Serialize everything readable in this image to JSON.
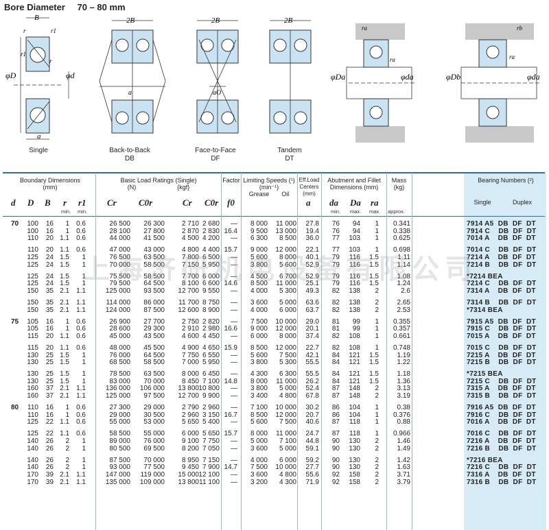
{
  "title": {
    "label": "Bore Diameter",
    "range": "70 – 80 mm"
  },
  "diagram_captions": [
    {
      "key": "single",
      "line1": "Single",
      "line2": ""
    },
    {
      "key": "db",
      "line1": "Back-to-Back",
      "line2": "DB"
    },
    {
      "key": "df",
      "line1": "Face-to-Face",
      "line2": "DF"
    },
    {
      "key": "dt",
      "line1": "Tandem",
      "line2": "DT"
    }
  ],
  "diagram_labels": {
    "B": "B",
    "twoB": "2B",
    "r": "r",
    "r1": "r1",
    "phiD": "φD",
    "phid": "φd",
    "a": "a",
    "aO": "aO",
    "ra": "ra",
    "rb": "rb",
    "phiDa": "φDa",
    "phida": "φda",
    "phiDb": "φDb"
  },
  "headers": {
    "boundary": "Boundary Dimensions",
    "boundary_unit": "(mm)",
    "load": "Basic Load Ratings (Single)",
    "load_unit_n": "(N)",
    "load_unit_kgf": "{kgf}",
    "factor": "Factor",
    "speed": "Limiting Speeds (¹)",
    "speed_unit": "(min⁻¹)",
    "grease": "Grease",
    "oil": "Oil",
    "eff": "Eff.Load Centers",
    "eff_unit": "(mm)",
    "abut": "Abutment and Fillet Dimensions (mm)",
    "mass": "Mass",
    "mass_unit": "(kg)",
    "bearing": "Bearing Numbers (²)",
    "single": "Single",
    "duplex": "Duplex",
    "min": "min.",
    "max": "max.",
    "approx": "approx."
  },
  "symbols": {
    "d": "d",
    "D": "D",
    "B": "B",
    "r": "r",
    "r1": "r1",
    "Cr": "Cr",
    "C0r": "C0r",
    "f0": "f0",
    "a": "a",
    "da": "da",
    "Da": "Da",
    "ra": "ra"
  },
  "watermark": "上海济研机电设备有限公司",
  "groups": [
    {
      "bore": "70",
      "rows": [
        [
          "100",
          "16",
          "1",
          "0.6",
          "26 500",
          "26 300",
          "2 710",
          "2 680",
          "—",
          "8 000",
          "11 000",
          "27.8",
          "76",
          "94",
          "1",
          "0.341"
        ],
        [
          "100",
          "16",
          "1",
          "0.6",
          "28 100",
          "27 800",
          "2 870",
          "2 830",
          "16.4",
          "9 500",
          "13 000",
          "19.4",
          "76",
          "94",
          "1",
          "0.338"
        ],
        [
          "110",
          "20",
          "1.1",
          "0.6",
          "44 000",
          "41 500",
          "4 500",
          "4 200",
          "—",
          "6 300",
          "8 500",
          "36.0",
          "77",
          "103",
          "1",
          "0.625"
        ]
      ],
      "names": [
        "7914 A5  DB  DF  DT",
        "7914 C    DB  DF  DT",
        "7014 A    DB  DF  DT"
      ]
    },
    {
      "bore": "",
      "rows": [
        [
          "110",
          "20",
          "1.1",
          "0.6",
          "47 000",
          "43 000",
          "4 800",
          "4 400",
          "15.7",
          "9 000",
          "12 000",
          "22.1",
          "77",
          "103",
          "1",
          "0.698"
        ],
        [
          "125",
          "24",
          "1.5",
          "1",
          "76 500",
          "63 500",
          "7 800",
          "6 500",
          "—",
          "5 600",
          "8 000",
          "40.1",
          "79",
          "116",
          "1.5",
          "1.11"
        ],
        [
          "125",
          "24",
          "1.5",
          "1",
          "70 000",
          "58 500",
          "7 150",
          "5 950",
          "—",
          "3 800",
          "5 600",
          "52.9",
          "79",
          "116",
          "1.5",
          "1.14"
        ]
      ],
      "names": [
        "7014 C    DB  DF  DT",
        "7214 A    DB  DF  DT",
        "7214 B    DB  DF  DT"
      ]
    },
    {
      "bore": "",
      "rows": [
        [
          "125",
          "24",
          "1.5",
          "1",
          "75 500",
          "58 500",
          "7 700",
          "6 000",
          "—",
          "4 500",
          "6 700",
          "52.9",
          "79",
          "116",
          "1.5",
          "1.08"
        ],
        [
          "125",
          "24",
          "1.5",
          "1",
          "79 500",
          "64 500",
          "8 100",
          "6 600",
          "14.6",
          "8 500",
          "11 000",
          "25.1",
          "79",
          "116",
          "1.5",
          "1.24"
        ],
        [
          "150",
          "35",
          "2.1",
          "1.1",
          "125 000",
          "93 500",
          "12 700",
          "9 550",
          "—",
          "4 000",
          "5 300",
          "49.3",
          "82",
          "138",
          "2",
          "2.6"
        ]
      ],
      "names": [
        "*7214 BEA",
        "7214 C    DB  DF  DT",
        "7314 A    DB  DF  DT"
      ]
    },
    {
      "bore": "",
      "rows": [
        [
          "150",
          "35",
          "2.1",
          "1.1",
          "114 000",
          "86 000",
          "11 700",
          "8 750",
          "—",
          "3 600",
          "5 000",
          "63.6",
          "82",
          "138",
          "2",
          "2.65"
        ],
        [
          "150",
          "35",
          "2.1",
          "1.1",
          "124 000",
          "87 500",
          "12 600",
          "8 900",
          "—",
          "4 000",
          "6 000",
          "63.7",
          "82",
          "138",
          "2",
          "2.53"
        ]
      ],
      "names": [
        "7314 B    DB  DF  DT",
        "*7314 BEA"
      ]
    },
    {
      "bore": "75",
      "rows": [
        [
          "105",
          "16",
          "1",
          "0.6",
          "26 900",
          "27 700",
          "2 750",
          "2 820",
          "—",
          "7 500",
          "10 000",
          "29.0",
          "81",
          "99",
          "1",
          "0.355"
        ],
        [
          "105",
          "16",
          "1",
          "0.6",
          "28 600",
          "29 300",
          "2 910",
          "2 980",
          "16.6",
          "9 000",
          "12 000",
          "20.1",
          "81",
          "99",
          "1",
          "0.357"
        ],
        [
          "115",
          "20",
          "1.1",
          "0.6",
          "45 000",
          "43 500",
          "4 600",
          "4 450",
          "—",
          "6 000",
          "8 000",
          "37.4",
          "82",
          "108",
          "1",
          "0.661"
        ]
      ],
      "names": [
        "7915 A5  DB  DF  DT",
        "7915 C    DB  DF  DT",
        "7015 A    DB  DF  DT"
      ]
    },
    {
      "bore": "",
      "rows": [
        [
          "115",
          "20",
          "1.1",
          "0.6",
          "48 000",
          "45 500",
          "4 900",
          "4 650",
          "15.9",
          "8 500",
          "12 000",
          "22.7",
          "82",
          "108",
          "1",
          "0.748"
        ],
        [
          "130",
          "25",
          "1.5",
          "1",
          "76 000",
          "64 500",
          "7 750",
          "6 550",
          "—",
          "5 600",
          "7 500",
          "42.1",
          "84",
          "121",
          "1.5",
          "1.19"
        ],
        [
          "130",
          "25",
          "1.5",
          "1",
          "68 500",
          "58 500",
          "7 000",
          "5 950",
          "—",
          "3 800",
          "5 300",
          "55.5",
          "84",
          "121",
          "1.5",
          "1.22"
        ]
      ],
      "names": [
        "7015 C    DB  DF  DT",
        "7215 A    DB  DF  DT",
        "7215 B    DB  DF  DT"
      ]
    },
    {
      "bore": "",
      "rows": [
        [
          "130",
          "25",
          "1.5",
          "1",
          "78 500",
          "63 500",
          "8 000",
          "6 450",
          "—",
          "4 300",
          "6 300",
          "55.5",
          "84",
          "121",
          "1.5",
          "1.18"
        ],
        [
          "130",
          "25",
          "1.5",
          "1",
          "83 000",
          "70 000",
          "8 450",
          "7 100",
          "14.8",
          "8 000",
          "11 000",
          "26.2",
          "84",
          "121",
          "1.5",
          "1.36"
        ],
        [
          "160",
          "37",
          "2.1",
          "1.1",
          "136 000",
          "106 000",
          "13 800",
          "10 800",
          "—",
          "3 800",
          "5 000",
          "52.4",
          "87",
          "148",
          "2",
          "3.13"
        ],
        [
          "160",
          "37",
          "2.1",
          "1.1",
          "125 000",
          "97 500",
          "12 700",
          "9 900",
          "—",
          "3 400",
          "4 800",
          "67.8",
          "87",
          "148",
          "2",
          "3.19"
        ]
      ],
      "names": [
        "*7215 BEA",
        "7215 C    DB  DF  DT",
        "7315 A    DB  DF  DT",
        "7315 B    DB  DF  DT"
      ]
    },
    {
      "bore": "80",
      "rows": [
        [
          "110",
          "16",
          "1",
          "0.6",
          "27 300",
          "29 000",
          "2 790",
          "2 960",
          "—",
          "7 100",
          "10 000",
          "30.2",
          "86",
          "104",
          "1",
          "0.38"
        ],
        [
          "110",
          "16",
          "1",
          "0.6",
          "29 000",
          "30 500",
          "2 960",
          "3 150",
          "16.7",
          "8 500",
          "12 000",
          "20.7",
          "86",
          "104",
          "1",
          "0.376"
        ],
        [
          "125",
          "22",
          "1.1",
          "0.6",
          "55 000",
          "53 000",
          "5 650",
          "5 400",
          "—",
          "5 600",
          "7 500",
          "40.6",
          "87",
          "118",
          "1",
          "0.88"
        ]
      ],
      "names": [
        "7916 A5  DB  DF  DT",
        "7916 C    DB  DF  DT",
        "7016 A    DB  DF  DT"
      ]
    },
    {
      "bore": "",
      "rows": [
        [
          "125",
          "22",
          "1.1",
          "0.6",
          "58 500",
          "55 000",
          "6 000",
          "5 650",
          "15.7",
          "8 000",
          "11 000",
          "24.7",
          "87",
          "118",
          "1",
          "0.966"
        ],
        [
          "140",
          "26",
          "2",
          "1",
          "89 000",
          "76 000",
          "9 100",
          "7 750",
          "—",
          "5 000",
          "7 100",
          "44.8",
          "90",
          "130",
          "2",
          "1.46"
        ],
        [
          "140",
          "26",
          "2",
          "1",
          "80 500",
          "69 500",
          "8 200",
          "7 050",
          "—",
          "3 600",
          "5 000",
          "59.1",
          "90",
          "130",
          "2",
          "1.49"
        ]
      ],
      "names": [
        "7016 C    DB  DF  DT",
        "7216 A    DB  DF  DT",
        "7216 B    DB  DF  DT"
      ]
    },
    {
      "bore": "",
      "rows": [
        [
          "140",
          "26",
          "2",
          "1",
          "87 500",
          "70 000",
          "8 950",
          "7 150",
          "—",
          "4 000",
          "6 000",
          "59.2",
          "90",
          "130",
          "2",
          "1.42"
        ],
        [
          "140",
          "26",
          "2",
          "1",
          "93 000",
          "77 500",
          "9 450",
          "7 900",
          "14.7",
          "7 500",
          "10 000",
          "27.7",
          "90",
          "130",
          "2",
          "1.63"
        ],
        [
          "170",
          "39",
          "2.1",
          "1.1",
          "147 000",
          "119 000",
          "15 000",
          "12 100",
          "—",
          "3 600",
          "4 800",
          "55.6",
          "92",
          "158",
          "2",
          "3.71"
        ],
        [
          "170",
          "39",
          "2.1",
          "1.1",
          "135 000",
          "109 000",
          "13 800",
          "11 100",
          "—",
          "3 200",
          "4 300",
          "71.9",
          "92",
          "158",
          "2",
          "3.79"
        ]
      ],
      "names": [
        "*7216 BEA",
        "7216 C    DB  DF  DT",
        "7316 A    DB  DF  DT",
        "7316 B    DB  DF  DT"
      ]
    }
  ]
}
